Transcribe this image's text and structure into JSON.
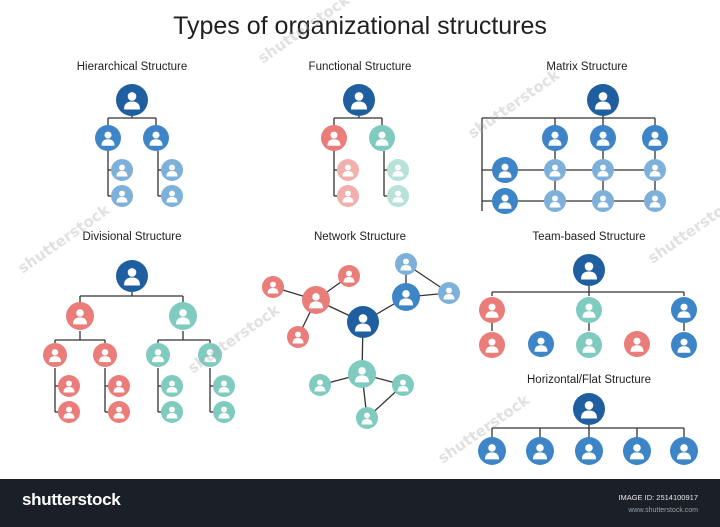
{
  "title": "Types of organizational structures",
  "colors": {
    "dark_blue": "#1f5f9f",
    "mid_blue": "#3d85c6",
    "light_blue": "#7eb1da",
    "coral": "#ea7c79",
    "light_coral": "#f2b0ad",
    "teal": "#7fcbc0",
    "light_teal": "#b6e2d9",
    "line": "#333333",
    "footer_bg": "#1b1f27"
  },
  "icon_name": "person-icon",
  "sections": [
    {
      "id": "hierarchical",
      "label": "Hierarchical Structure"
    },
    {
      "id": "functional",
      "label": "Functional Structure"
    },
    {
      "id": "matrix",
      "label": "Matrix Structure"
    },
    {
      "id": "divisional",
      "label": "Divisional Structure"
    },
    {
      "id": "network",
      "label": "Network Structure"
    },
    {
      "id": "team",
      "label": "Team-based Structure"
    },
    {
      "id": "flat",
      "label": "Horizontal/Flat Structure"
    }
  ],
  "footer": {
    "logo": "shutterstock",
    "image_id": "IMAGE ID: 2514100917",
    "url": "www.shutterstock.com"
  }
}
